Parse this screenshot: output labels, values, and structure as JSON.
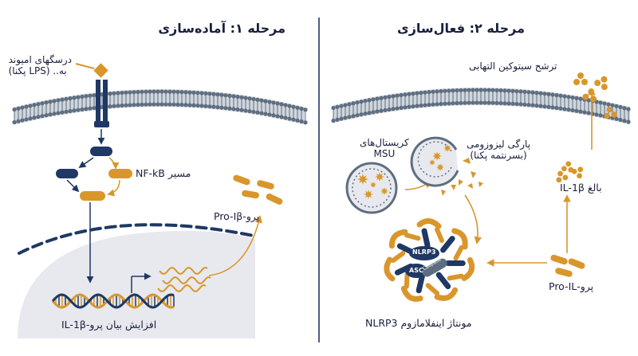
{
  "colors": {
    "navy": "#1f3864",
    "gold": "#d9962b",
    "membrane": "#5e6e80",
    "membrane_fill": "#a9b4c1",
    "nucleus": "#e7e9ee",
    "divider": "#1f3864",
    "text": "#1a1f3d"
  },
  "stage1": {
    "title": "مرحله ۱: آماده‌سازی",
    "ligand_label": "درسگهای امیوند\nبه.. (LPS پکنا)",
    "pathway_label": "مسیر NF-kB",
    "pro_label": "پرو-Pro-Iβ",
    "expression_label": "افزایش بیان پرو-IL-1β"
  },
  "stage2": {
    "title": "مرحله ۲: فعال‌سازی",
    "secretion_label": "ترشح سیتوکین التهابی",
    "msu_label": "کریستال‌های\nMSU",
    "lysosome_label": "پارگی لیزوزومی\n(بسرنتمه پکنا)",
    "mature_label": "بالغ IL-1β",
    "pro_label": "پرو-Pro-IL",
    "inflammasome_label": "مونتاژ اینفلامازوم NLRP3",
    "nlrp3_text": "NLRP3",
    "asc_text": "ASC",
    "caspase_text": "Caspase-1"
  }
}
